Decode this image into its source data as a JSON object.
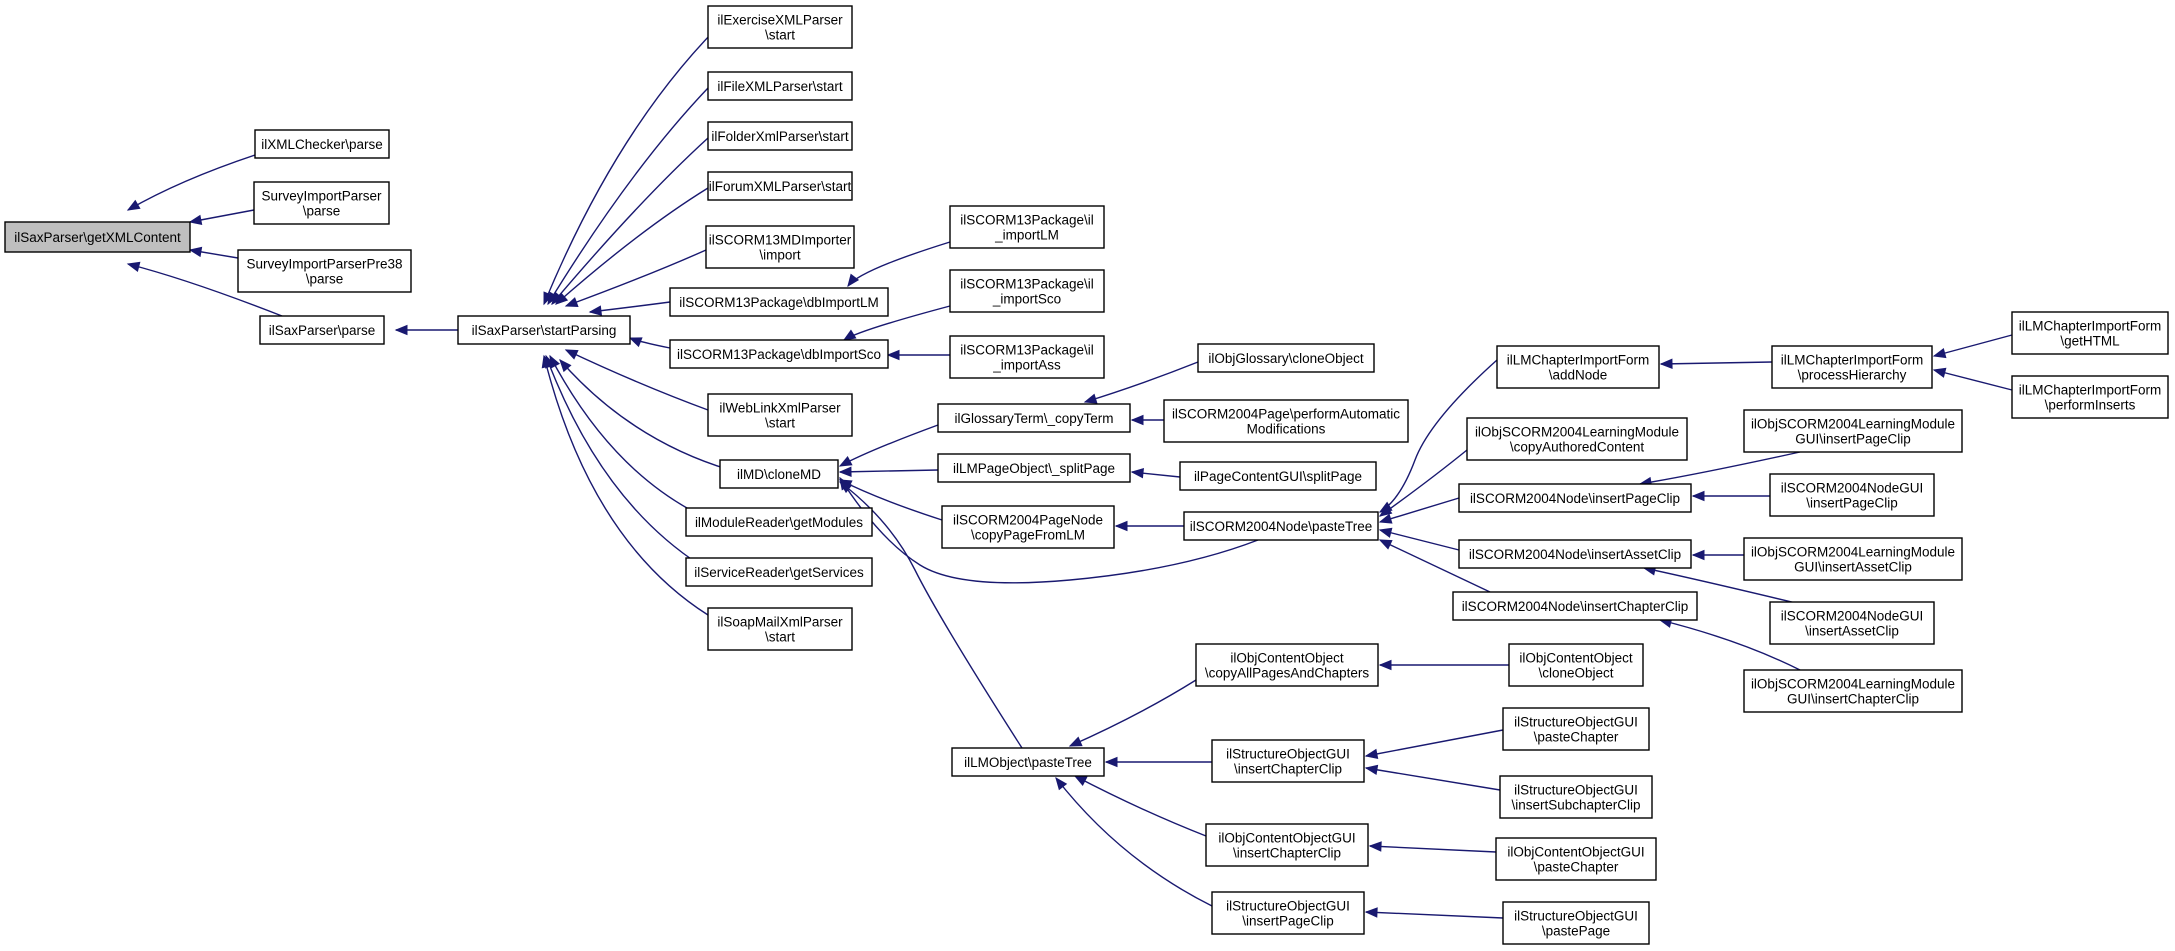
{
  "nodes": {
    "root": [
      "ilSaxParser\\getXMLContent"
    ],
    "xmlchecker": [
      "ilXMLChecker\\parse"
    ],
    "surveyimport": [
      "SurveyImportParser",
      "\\parse"
    ],
    "surveyimport38": [
      "SurveyImportParserPre38",
      "\\parse"
    ],
    "saxparse": [
      "ilSaxParser\\parse"
    ],
    "startparsing": [
      "ilSaxParser\\startParsing"
    ],
    "exercise": [
      "ilExerciseXMLParser",
      "\\start"
    ],
    "filexml": [
      "ilFileXMLParser\\start"
    ],
    "folderxml": [
      "ilFolderXmlParser\\start"
    ],
    "forumxml": [
      "ilForumXMLParser\\start"
    ],
    "scorm13md": [
      "ilSCORM13MDImporter",
      "\\import"
    ],
    "dbimportlm": [
      "ilSCORM13Package\\dbImportLM"
    ],
    "dbimportsco": [
      "ilSCORM13Package\\dbImportSco"
    ],
    "weblink": [
      "ilWebLinkXmlParser",
      "\\start"
    ],
    "clonemd": [
      "ilMD\\cloneMD"
    ],
    "modulereader": [
      "ilModuleReader\\getModules"
    ],
    "servicereader": [
      "ilServiceReader\\getServices"
    ],
    "soapmail": [
      "ilSoapMailXmlParser",
      "\\start"
    ],
    "importlm": [
      "ilSCORM13Package\\il",
      "_importLM"
    ],
    "importsco": [
      "ilSCORM13Package\\il",
      "_importSco"
    ],
    "importass": [
      "ilSCORM13Package\\il",
      "_importAss"
    ],
    "glossaryterm": [
      "ilGlossaryTerm\\_copyTerm"
    ],
    "lmpageobject": [
      "ilLMPageObject\\_splitPage"
    ],
    "pagenode": [
      "ilSCORM2004PageNode",
      "\\copyPageFromLM"
    ],
    "lmobjectpaste": [
      "ilLMObject\\pasteTree"
    ],
    "objglossary": [
      "ilObjGlossary\\cloneObject"
    ],
    "page2004": [
      "ilSCORM2004Page\\performAutomatic",
      "Modifications"
    ],
    "pagecontentgui": [
      "ilPageContentGUI\\splitPage"
    ],
    "nodepastetree": [
      "ilSCORM2004Node\\pasteTree"
    ],
    "objcontentcopy": [
      "ilObjContentObject",
      "\\copyAllPagesAndChapters"
    ],
    "structinschap": [
      "ilStructureObjectGUI",
      "\\insertChapterClip"
    ],
    "objcontentgui": [
      "ilObjContentObjectGUI",
      "\\insertChapterClip"
    ],
    "structinspage": [
      "ilStructureObjectGUI",
      "\\insertPageClip"
    ],
    "lmchapteradd": [
      "ilLMChapterImportForm",
      "\\addNode"
    ],
    "objscorm2004copy": [
      "ilObjSCORM2004LearningModule",
      "\\copyAuthoredContent"
    ],
    "nodeinspage": [
      "ilSCORM2004Node\\insertPageClip"
    ],
    "nodeinsasset": [
      "ilSCORM2004Node\\insertAssetClip"
    ],
    "nodeinschap": [
      "ilSCORM2004Node\\insertChapterClip"
    ],
    "objcontentclone": [
      "ilObjContentObject",
      "\\cloneObject"
    ],
    "structpastechap": [
      "ilStructureObjectGUI",
      "\\pasteChapter"
    ],
    "structinssub": [
      "ilStructureObjectGUI",
      "\\insertSubchapterClip"
    ],
    "objcontentpastechap": [
      "ilObjContentObjectGUI",
      "\\pasteChapter"
    ],
    "structpastepage": [
      "ilStructureObjectGUI",
      "\\pastePage"
    ],
    "lmchapterproc": [
      "ilLMChapterImportForm",
      "\\processHierarchy"
    ],
    "lmguiinspage": [
      "ilObjSCORM2004LearningModule",
      "GUI\\insertPageClip"
    ],
    "nodeguiinspage": [
      "ilSCORM2004NodeGUI",
      "\\insertPageClip"
    ],
    "lmguiinsasset": [
      "ilObjSCORM2004LearningModule",
      "GUI\\insertAssetClip"
    ],
    "nodeguiinsasset": [
      "ilSCORM2004NodeGUI",
      "\\insertAssetClip"
    ],
    "lmguiinschap": [
      "ilObjSCORM2004LearningModule",
      "GUI\\insertChapterClip"
    ],
    "lmchaptergethtml": [
      "ilLMChapterImportForm",
      "\\getHTML"
    ],
    "lmchapterperform": [
      "ilLMChapterImportForm",
      "\\performInserts"
    ]
  },
  "edges": [
    [
      "xmlchecker",
      "root"
    ],
    [
      "surveyimport",
      "root"
    ],
    [
      "surveyimport38",
      "root"
    ],
    [
      "saxparse",
      "root"
    ],
    [
      "startparsing",
      "saxparse"
    ],
    [
      "exercise",
      "startparsing"
    ],
    [
      "filexml",
      "startparsing"
    ],
    [
      "folderxml",
      "startparsing"
    ],
    [
      "forumxml",
      "startparsing"
    ],
    [
      "scorm13md",
      "startparsing"
    ],
    [
      "dbimportlm",
      "startparsing"
    ],
    [
      "dbimportsco",
      "startparsing"
    ],
    [
      "weblink",
      "startparsing"
    ],
    [
      "clonemd",
      "startparsing"
    ],
    [
      "modulereader",
      "startparsing"
    ],
    [
      "servicereader",
      "startparsing"
    ],
    [
      "soapmail",
      "startparsing"
    ],
    [
      "importlm",
      "dbimportlm"
    ],
    [
      "importsco",
      "dbimportsco"
    ],
    [
      "importass",
      "dbimportsco"
    ],
    [
      "glossaryterm",
      "clonemd"
    ],
    [
      "lmpageobject",
      "clonemd"
    ],
    [
      "pagenode",
      "clonemd"
    ],
    [
      "nodepastetree",
      "clonemd"
    ],
    [
      "lmobjectpaste",
      "clonemd"
    ],
    [
      "objglossary",
      "glossaryterm"
    ],
    [
      "page2004",
      "glossaryterm"
    ],
    [
      "pagecontentgui",
      "lmpageobject"
    ],
    [
      "nodepastetree",
      "pagenode"
    ],
    [
      "objcontentcopy",
      "lmobjectpaste"
    ],
    [
      "structinschap",
      "lmobjectpaste"
    ],
    [
      "objcontentgui",
      "lmobjectpaste"
    ],
    [
      "structinspage",
      "lmobjectpaste"
    ],
    [
      "lmchapteradd",
      "nodepastetree"
    ],
    [
      "objscorm2004copy",
      "nodepastetree"
    ],
    [
      "nodeinspage",
      "nodepastetree"
    ],
    [
      "nodeinsasset",
      "nodepastetree"
    ],
    [
      "nodeinschap",
      "nodepastetree"
    ],
    [
      "objcontentclone",
      "objcontentcopy"
    ],
    [
      "structpastechap",
      "structinschap"
    ],
    [
      "structinssub",
      "structinschap"
    ],
    [
      "objcontentpastechap",
      "objcontentgui"
    ],
    [
      "structpastepage",
      "structinspage"
    ],
    [
      "lmchapterproc",
      "lmchapteradd"
    ],
    [
      "lmguiinspage",
      "nodeinspage"
    ],
    [
      "nodeguiinspage",
      "nodeinspage"
    ],
    [
      "lmguiinsasset",
      "nodeinsasset"
    ],
    [
      "nodeguiinsasset",
      "nodeinsasset"
    ],
    [
      "lmguiinschap",
      "nodeinschap"
    ],
    [
      "lmchaptergethtml",
      "lmchapterproc"
    ],
    [
      "lmchapterperform",
      "lmchapterproc"
    ]
  ],
  "style": {
    "edge_color": "#191970",
    "root_fill": "#bfbfbf"
  }
}
